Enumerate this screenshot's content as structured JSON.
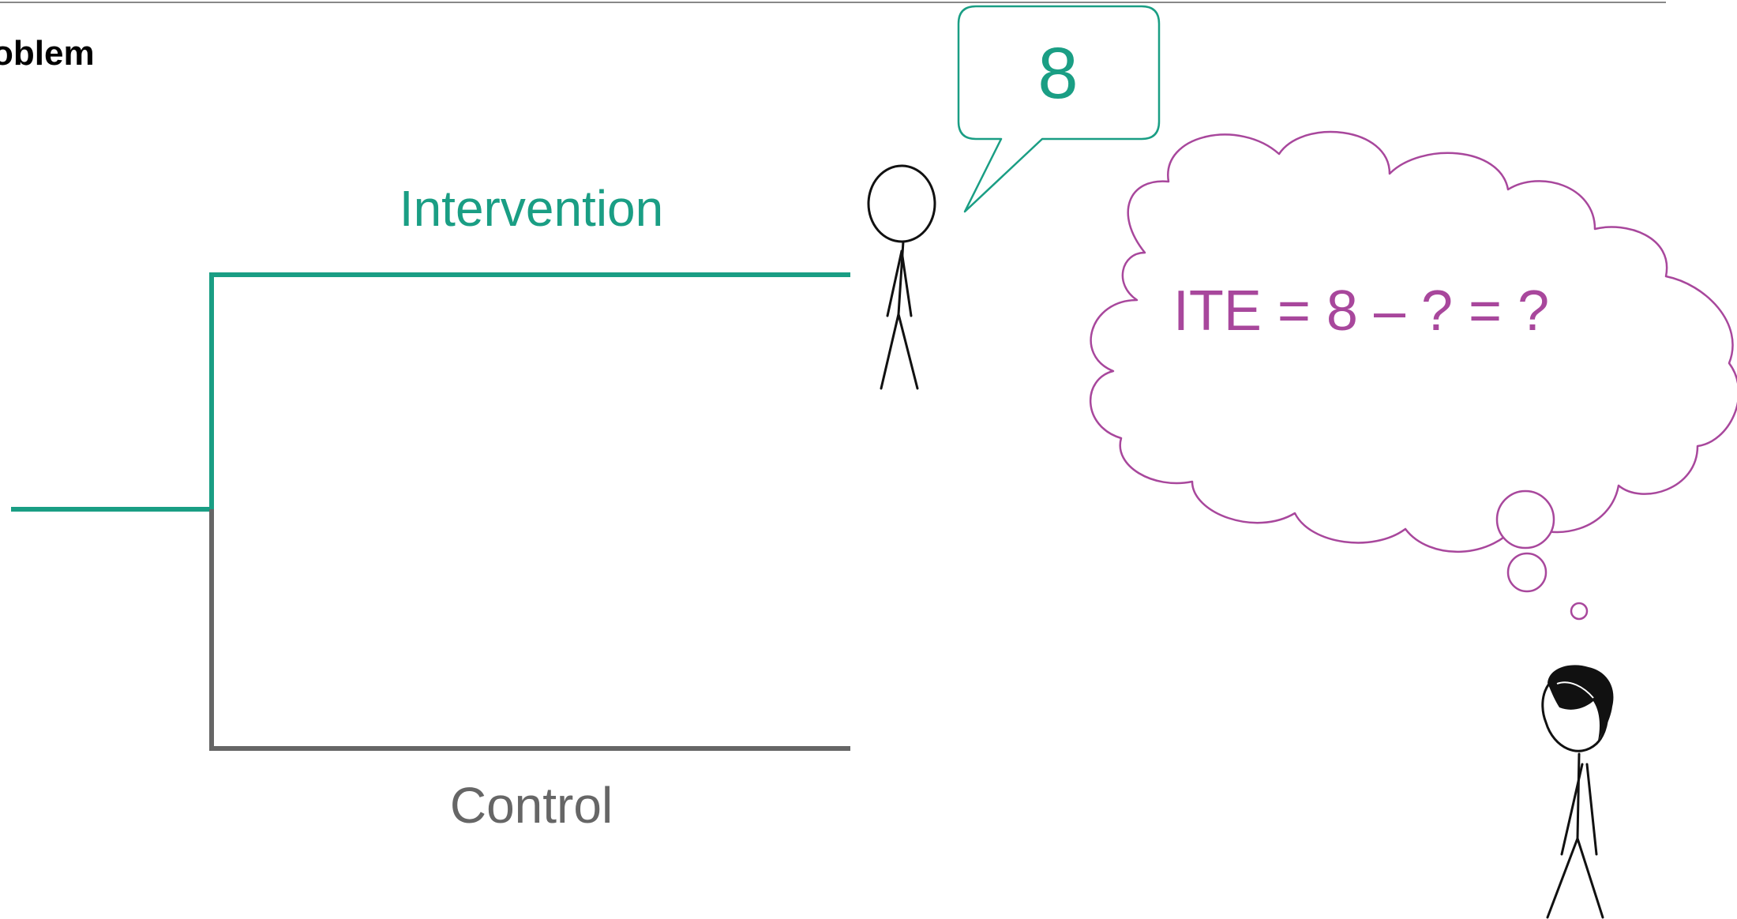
{
  "slide": {
    "title": "oblem"
  },
  "diagram": {
    "branch_top_label": "Intervention",
    "branch_bottom_label": "Control",
    "speech_value": "8",
    "thought_text": "ITE = 8 – ? = ?"
  },
  "colors": {
    "intervention": "#1a9e84",
    "control": "#666666",
    "thought": "#a8479c",
    "ink": "#111111"
  },
  "icons": {
    "speaker": "stick-figure-icon",
    "thinker": "stick-figure-with-hair-icon",
    "speech": "speech-bubble-icon",
    "thought": "thought-cloud-icon"
  }
}
